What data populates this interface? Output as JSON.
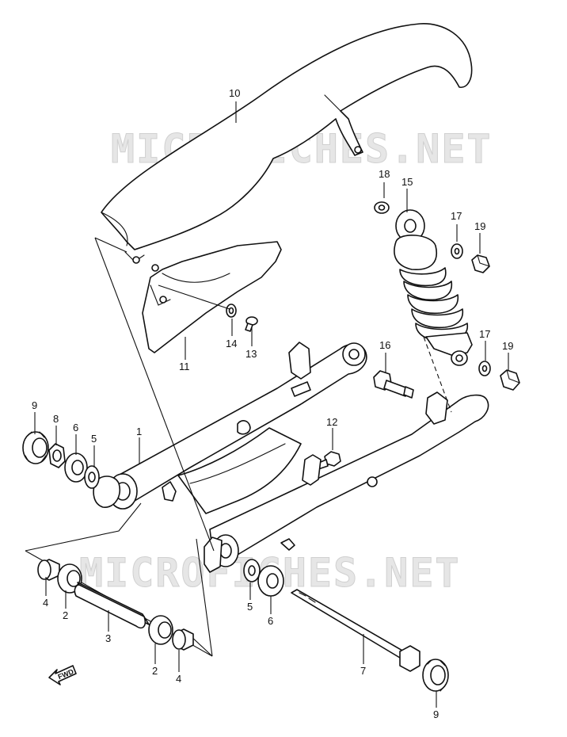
{
  "watermark": "MICROFICHES.NET",
  "direction_label": "FWD",
  "callouts": {
    "c1": "1",
    "c2a": "2",
    "c2b": "2",
    "c3": "3",
    "c4a": "4",
    "c4b": "4",
    "c5a": "5",
    "c5b": "5",
    "c6a": "6",
    "c6b": "6",
    "c7": "7",
    "c8": "8",
    "c9a": "9",
    "c9b": "9",
    "c10": "10",
    "c11": "11",
    "c12": "12",
    "c13": "13",
    "c14": "14",
    "c15": "15",
    "c16": "16",
    "c17a": "17",
    "c17b": "17",
    "c18": "18",
    "c19a": "19",
    "c19b": "19"
  }
}
